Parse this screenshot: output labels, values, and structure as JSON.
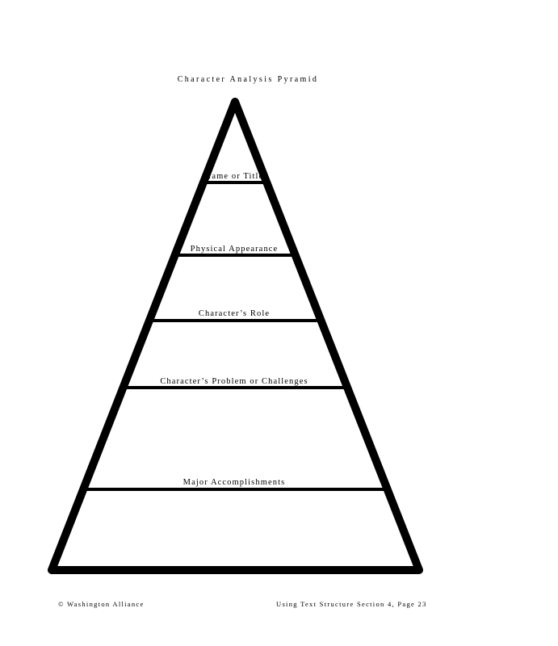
{
  "title": "Character Analysis Pyramid",
  "levels": [
    {
      "label": "Name or Title"
    },
    {
      "label": "Physical Appearance"
    },
    {
      "label": "Character’s Role"
    },
    {
      "label": "Character’s Problem or Challenges"
    },
    {
      "label": "Major Accomplishments"
    }
  ],
  "footer": {
    "left": "© Washington Alliance",
    "right": "Using Text Structure Section 4, Page 23"
  },
  "colors": {
    "line": "#000000",
    "background": "#ffffff"
  }
}
